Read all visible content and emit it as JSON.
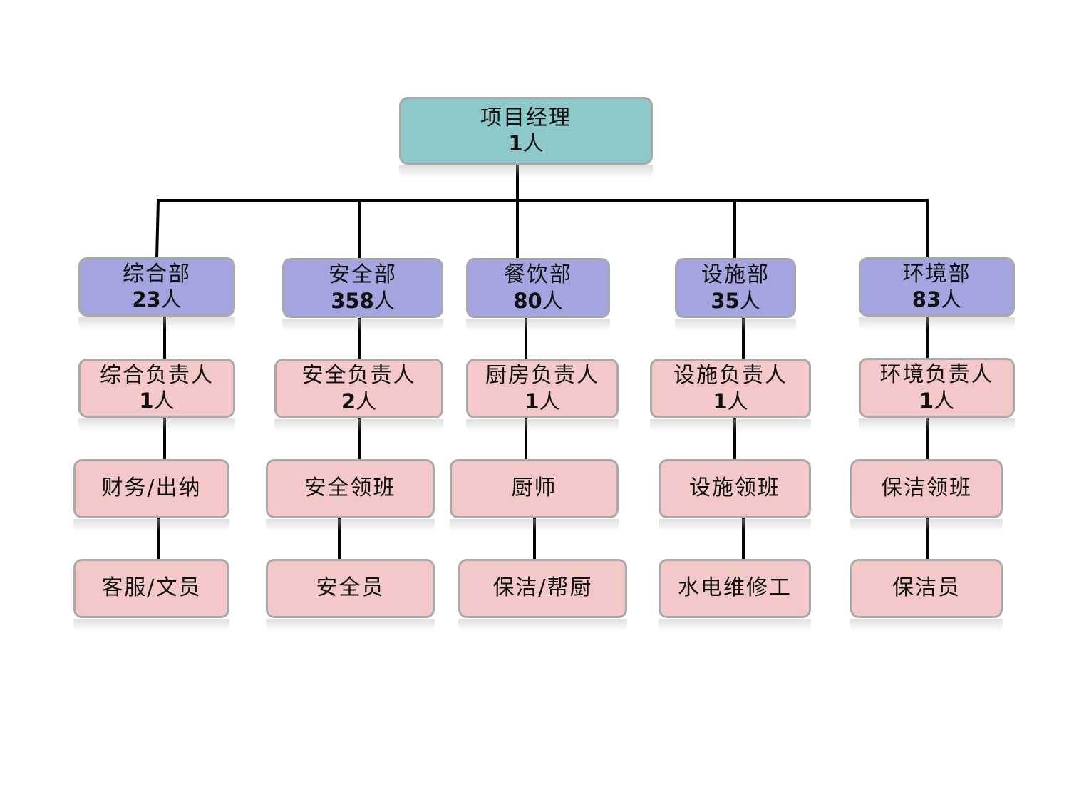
{
  "org_chart": {
    "root": {
      "title": "项目经理",
      "count": "1",
      "unit": "人"
    },
    "departments": [
      {
        "name": "综合部",
        "count": "23",
        "unit": "人",
        "lead": {
          "title": "综合负责人",
          "count": "1",
          "unit": "人"
        },
        "foreman": "财务/出纳",
        "staff": "客服/文员"
      },
      {
        "name": "安全部",
        "count": "358",
        "unit": "人",
        "lead": {
          "title": "安全负责人",
          "count": "2",
          "unit": "人"
        },
        "foreman": "安全领班",
        "staff": "安全员"
      },
      {
        "name": "餐饮部",
        "count": "80",
        "unit": "人",
        "lead": {
          "title": "厨房负责人",
          "count": "1",
          "unit": "人"
        },
        "foreman": "厨师",
        "staff": "保洁/帮厨"
      },
      {
        "name": "设施部",
        "count": "35",
        "unit": "人",
        "lead": {
          "title": "设施负责人",
          "count": "1",
          "unit": "人"
        },
        "foreman": "设施领班",
        "staff": "水电维修工"
      },
      {
        "name": "环境部",
        "count": "83",
        "unit": "人",
        "lead": {
          "title": "环境负责人",
          "count": "1",
          "unit": "人"
        },
        "foreman": "保洁领班",
        "staff": "保洁员"
      }
    ]
  },
  "colors": {
    "root_fill": "#8dc8cb",
    "department_fill": "#a4a4e0",
    "role_fill": "#f4c8c8",
    "border": "#a9a9a9",
    "connector": "#000000"
  }
}
